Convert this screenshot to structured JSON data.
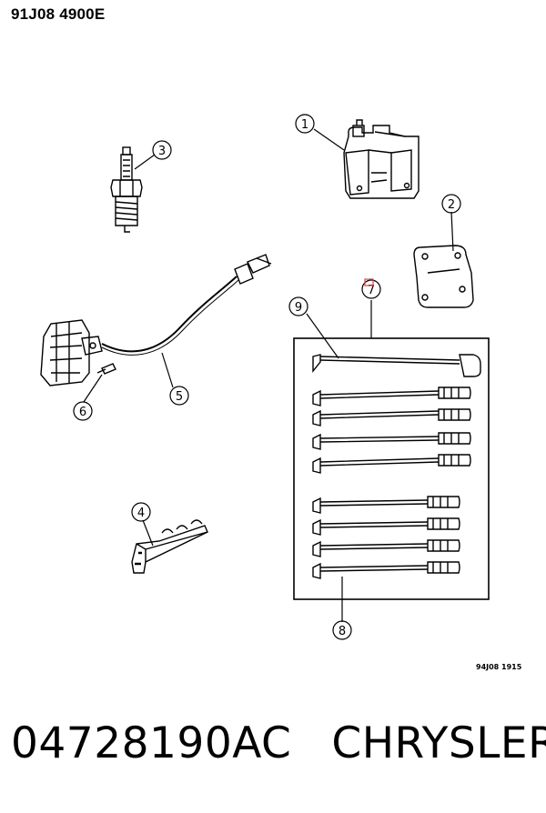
{
  "header": {
    "code": "91J08 4900E"
  },
  "callouts": [
    {
      "id": "c1",
      "label": "1",
      "part": "ignition-coil"
    },
    {
      "id": "c2",
      "label": "2",
      "part": "coil-bracket"
    },
    {
      "id": "c3",
      "label": "3",
      "part": "spark-plug"
    },
    {
      "id": "c4",
      "label": "4",
      "part": "wire-separator"
    },
    {
      "id": "c5",
      "label": "5",
      "part": "sensor-cable"
    },
    {
      "id": "c6",
      "label": "6",
      "part": "sensor-screw"
    },
    {
      "id": "c7",
      "label": "7",
      "part": "wire-set"
    },
    {
      "id": "c8",
      "label": "8",
      "part": "spark-plug-wire"
    },
    {
      "id": "c9",
      "label": "9",
      "part": "coil-wire"
    }
  ],
  "figure_ref": "94J08 1915",
  "footer": {
    "part_number": "04728190AC",
    "brand": "CHRYSLER"
  },
  "colors": {
    "ink": "#000000",
    "highlight": "#e04040",
    "background": "#ffffff"
  }
}
